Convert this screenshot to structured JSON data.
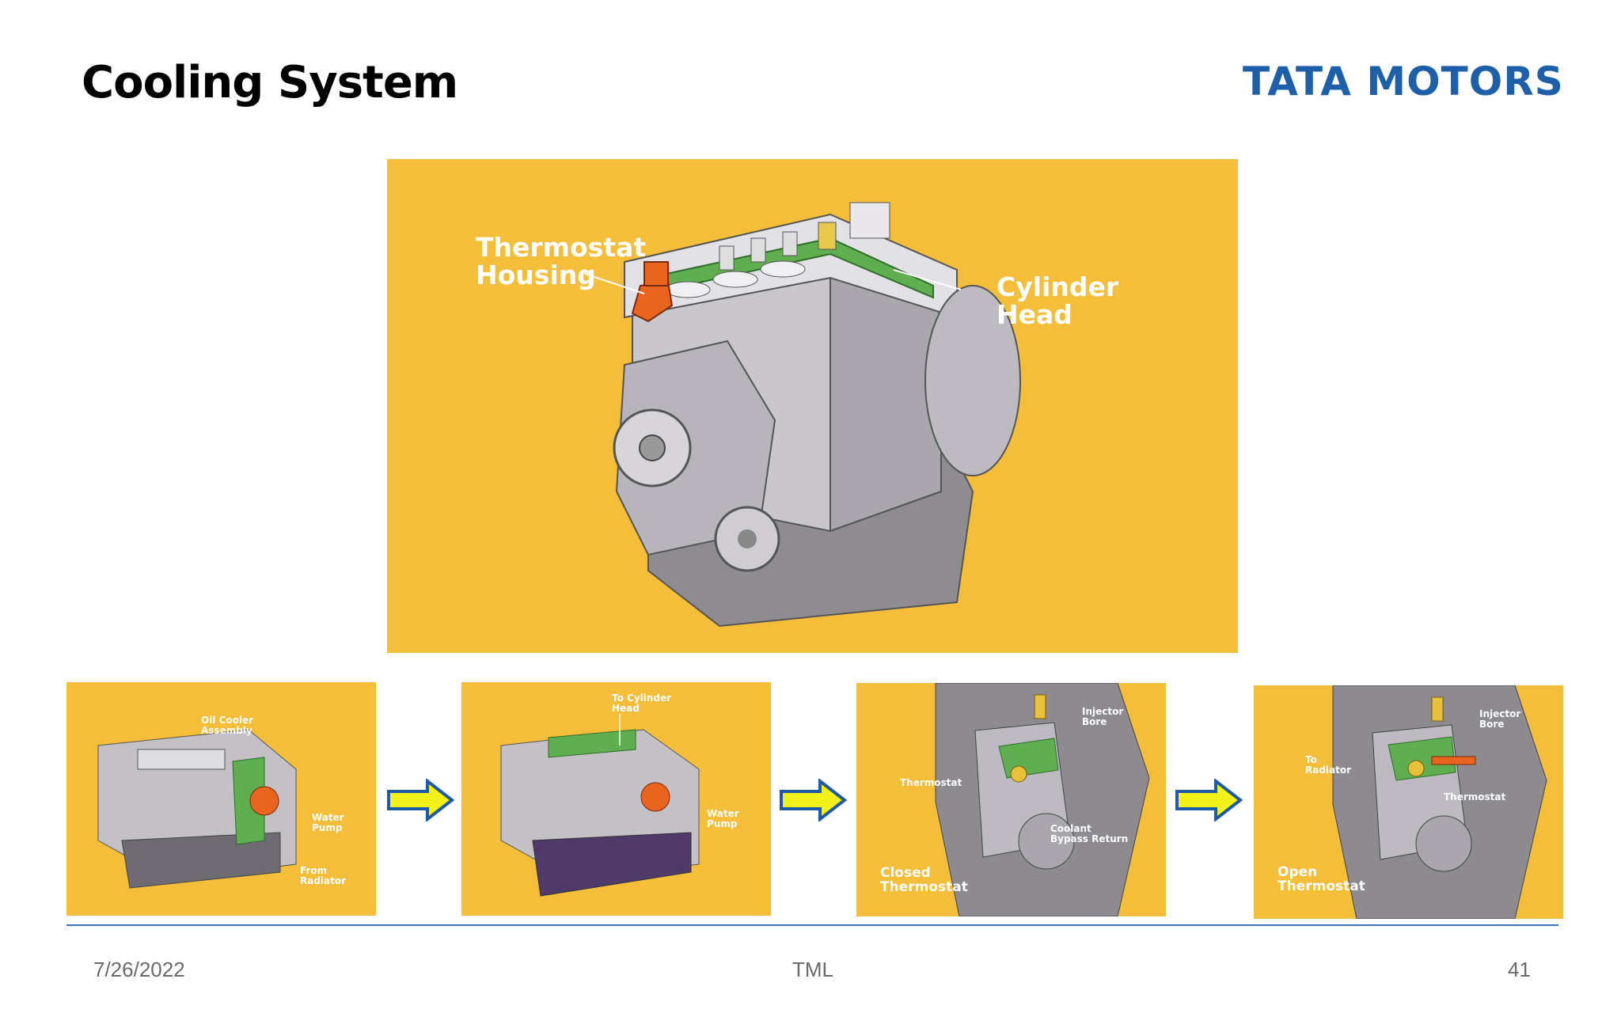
{
  "slide": {
    "title": "Cooling System",
    "logo_text": "TATA MOTORS",
    "colors": {
      "logo": "#1d5fa8",
      "panel_bg": "#f4bd3a",
      "rule": "#3a72b8",
      "arrow_fill": "#f2f21a",
      "arrow_stroke": "#1f5aa8"
    }
  },
  "main_image": {
    "label_thermostat": "Thermostat Housing",
    "label_cylinder": "Cylinder Head"
  },
  "thumbnails": [
    {
      "labels": [
        "Oil Cooler Assembly",
        "Water Pump",
        "From Radiator"
      ]
    },
    {
      "labels": [
        "To Cylinder Head",
        "Water Pump"
      ]
    },
    {
      "labels": [
        "Injector Bore",
        "Thermostat",
        "Coolant Bypass Return",
        "Closed Thermostat"
      ]
    },
    {
      "labels": [
        "Injector Bore",
        "To Radiator",
        "Thermostat",
        "Open Thermostat"
      ]
    }
  ],
  "footer": {
    "date": "7/26/2022",
    "center": "TML",
    "page": "41"
  }
}
